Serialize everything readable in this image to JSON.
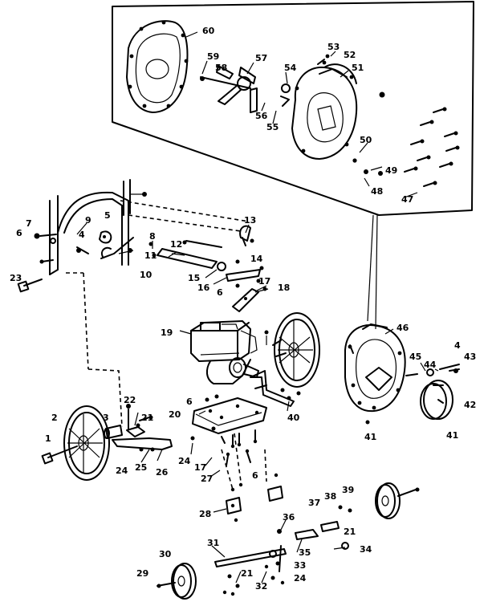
{
  "callouts": [
    {
      "id": "c60",
      "text": "60"
    },
    {
      "id": "c59",
      "text": "59"
    },
    {
      "id": "c58",
      "text": "58"
    },
    {
      "id": "c57",
      "text": "57"
    },
    {
      "id": "c54",
      "text": "54"
    },
    {
      "id": "c53",
      "text": "53"
    },
    {
      "id": "c52",
      "text": "52"
    },
    {
      "id": "c51",
      "text": "51"
    },
    {
      "id": "c56",
      "text": "56"
    },
    {
      "id": "c55",
      "text": "55"
    },
    {
      "id": "c50",
      "text": "50"
    },
    {
      "id": "c49",
      "text": "49"
    },
    {
      "id": "c48",
      "text": "48"
    },
    {
      "id": "c47",
      "text": "47"
    },
    {
      "id": "c13",
      "text": "13"
    },
    {
      "id": "c7",
      "text": "7"
    },
    {
      "id": "c9",
      "text": "9"
    },
    {
      "id": "c5",
      "text": "5"
    },
    {
      "id": "c6a",
      "text": "6"
    },
    {
      "id": "c4a",
      "text": "4"
    },
    {
      "id": "c8",
      "text": "8"
    },
    {
      "id": "c12",
      "text": "12"
    },
    {
      "id": "c11",
      "text": "11"
    },
    {
      "id": "c14",
      "text": "14"
    },
    {
      "id": "c10",
      "text": "10"
    },
    {
      "id": "c15",
      "text": "15"
    },
    {
      "id": "c17a",
      "text": "17"
    },
    {
      "id": "c16",
      "text": "16"
    },
    {
      "id": "c18",
      "text": "18"
    },
    {
      "id": "c6b",
      "text": "6"
    },
    {
      "id": "c23",
      "text": "23"
    },
    {
      "id": "c19",
      "text": "19"
    },
    {
      "id": "c46",
      "text": "46"
    },
    {
      "id": "c45",
      "text": "45"
    },
    {
      "id": "c44",
      "text": "44"
    },
    {
      "id": "c4b",
      "text": "4"
    },
    {
      "id": "c43",
      "text": "43"
    },
    {
      "id": "c42",
      "text": "42"
    },
    {
      "id": "c41a",
      "text": "41"
    },
    {
      "id": "c41b",
      "text": "41"
    },
    {
      "id": "c40",
      "text": "40"
    },
    {
      "id": "c6c",
      "text": "6"
    },
    {
      "id": "c22",
      "text": "22"
    },
    {
      "id": "c2",
      "text": "2"
    },
    {
      "id": "c3",
      "text": "3"
    },
    {
      "id": "c21a",
      "text": "21"
    },
    {
      "id": "c20",
      "text": "20"
    },
    {
      "id": "c1",
      "text": "1"
    },
    {
      "id": "c24a",
      "text": "24"
    },
    {
      "id": "c25",
      "text": "25"
    },
    {
      "id": "c26",
      "text": "26"
    },
    {
      "id": "c24b",
      "text": "24"
    },
    {
      "id": "c17b",
      "text": "17"
    },
    {
      "id": "c27",
      "text": "27"
    },
    {
      "id": "c6d",
      "text": "6"
    },
    {
      "id": "c28",
      "text": "28"
    },
    {
      "id": "c36",
      "text": "36"
    },
    {
      "id": "c37",
      "text": "37"
    },
    {
      "id": "c38",
      "text": "38"
    },
    {
      "id": "c39",
      "text": "39"
    },
    {
      "id": "c21b",
      "text": "21"
    },
    {
      "id": "c35",
      "text": "35"
    },
    {
      "id": "c34",
      "text": "34"
    },
    {
      "id": "c31",
      "text": "31"
    },
    {
      "id": "c30",
      "text": "30"
    },
    {
      "id": "c33",
      "text": "33"
    },
    {
      "id": "c29",
      "text": "29"
    },
    {
      "id": "c21c",
      "text": "21"
    },
    {
      "id": "c32",
      "text": "32"
    },
    {
      "id": "c24c",
      "text": "24"
    }
  ]
}
